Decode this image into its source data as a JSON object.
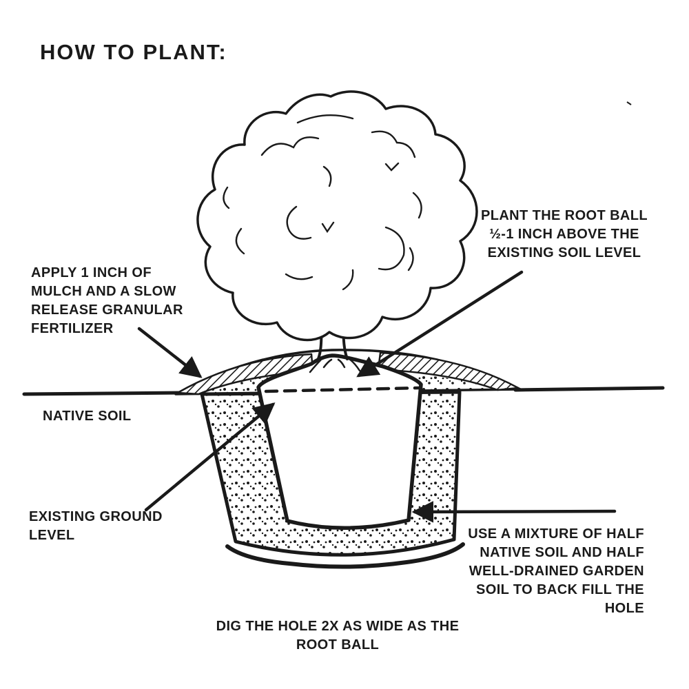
{
  "title": "HOW TO PLANT:",
  "labels": {
    "root_ball": "PLANT THE ROOT BALL\n½-1 INCH ABOVE THE\nEXISTING SOIL LEVEL",
    "mulch": "APPLY 1 INCH OF\nMULCH AND A SLOW\nRELEASE GRANULAR\nFERTILIZER",
    "native_soil": "NATIVE SOIL",
    "ground_level": "EXISTING GROUND\nLEVEL",
    "backfill": "USE A MIXTURE OF HALF\nNATIVE SOIL AND HALF\nWELL-DRAINED GARDEN\nSOIL TO BACK FILL THE\nHOLE",
    "dig_hole": "DIG THE HOLE 2X AS WIDE AS THE\nROOT BALL"
  },
  "colors": {
    "ink": "#1a1a1a",
    "paper": "#ffffff"
  },
  "diagram_elements": [
    "tree-canopy",
    "tree-trunk",
    "root-ball",
    "mulch-mound",
    "planting-hole",
    "backfill-stipple",
    "ground-line",
    "dashed-ground-level-line"
  ]
}
